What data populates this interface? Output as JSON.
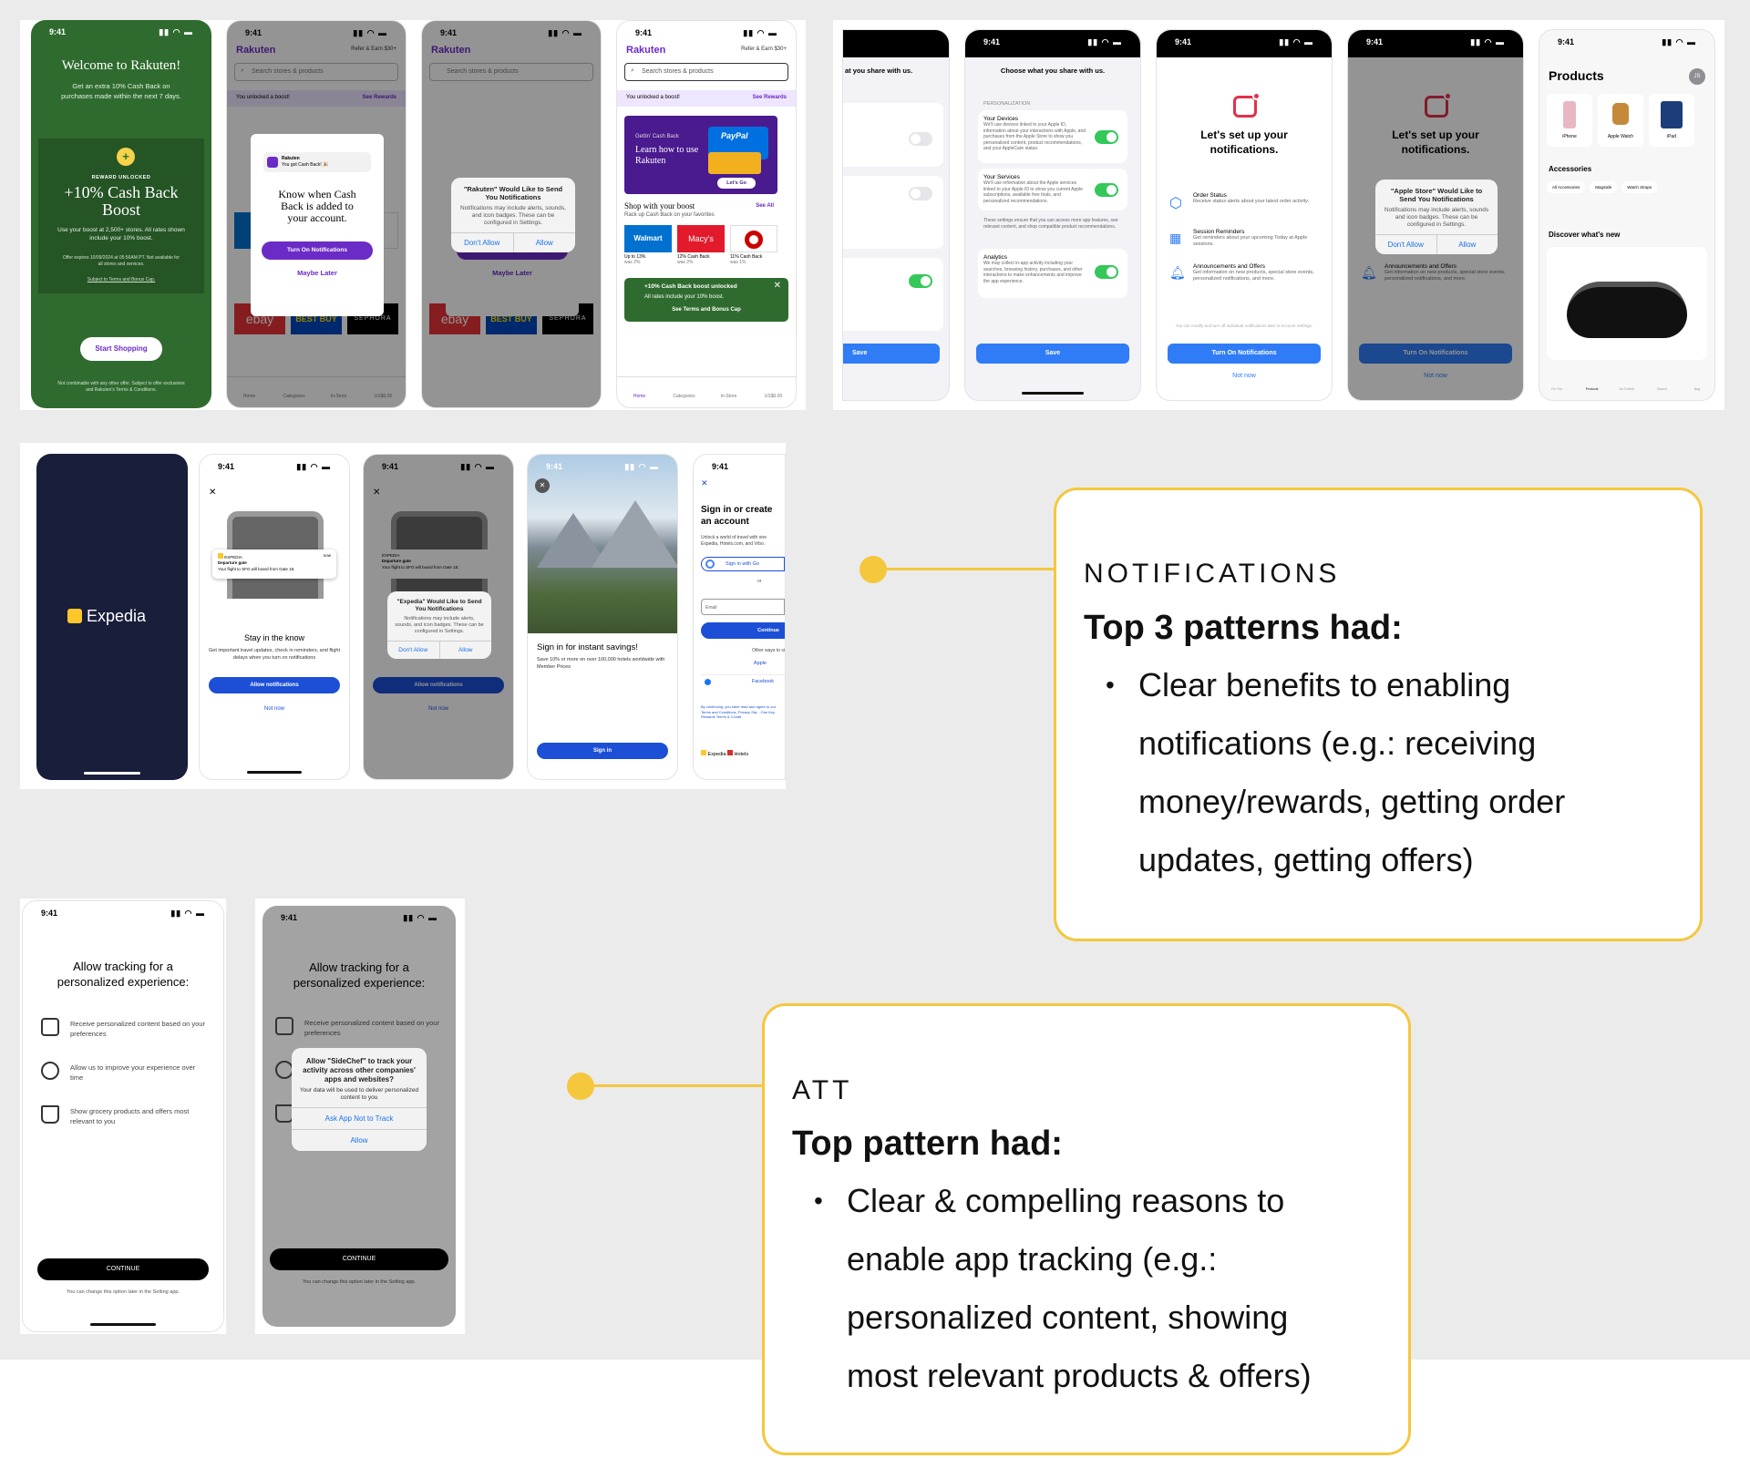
{
  "status": {
    "time": "9:41"
  },
  "rakuten": {
    "welcome_title": "Welcome to Rakuten!",
    "welcome_body": "Get an extra 10% Cash Back on purchases made within the next 7 days.",
    "reward_unlocked": "REWARD UNLOCKED",
    "boost_title": "+10% Cash Back Boost",
    "boost_body": "Use your boost at 2,500+ stores. All rates shown include your 10% boost.",
    "offer_expires": "Offer expires 10/09/2024 at 05:56AM PT. Not available for all stores and services.",
    "terms_link": "Subject to Terms and Bonus Cap.",
    "start_button": "Start Shopping",
    "fine_print": "Not combinable with any other offer. Subject to offer exclusions and Rakuten's Terms & Conditions.",
    "logo": "Rakuten",
    "refer": "Refer & Earn $30+",
    "search_placeholder": "Search stores & products",
    "boost_banner": "You unlocked a boost!",
    "see_rewards": "See Rewards",
    "sheet_title": "Know when Cash Back is added to your account.",
    "turn_on": "Turn On Notifications",
    "maybe_later": "Maybe Later",
    "notif_app": "Rakuten",
    "notif_text": "You got Cash Back! 🎉",
    "sys_dialog_title": "\"Rakuten\" Would Like to Send You Notifications",
    "sys_dialog_body": "Notifications may include alerts, sounds, and icon badges. These can be configured in Settings.",
    "dont_allow": "Don't Allow",
    "allow": "Allow",
    "promo_small": "Gettin' Cash Back",
    "promo_title": "Learn how to use Rakuten",
    "paypal": "PayPal",
    "lets_go": "Let's Go",
    "shop_boost": "Shop with your boost",
    "shop_boost_sub": "Rack up Cash Back on your favorites",
    "see_all": "See All",
    "stores": [
      {
        "name": "Walmart",
        "rate": "Up to 13%",
        "was": "was 2%",
        "bg": "#0071ce"
      },
      {
        "name": "Macy's",
        "rate": "12% Cash Back",
        "was": "was 2%",
        "bg": "#e21a2c"
      },
      {
        "name": "Target",
        "rate": "11% Cash Back",
        "was": "was 1%",
        "bg": "#ffffff"
      }
    ],
    "stores2": [
      "ebay",
      "BEST BUY",
      "SEPHORA"
    ],
    "toast_title": "+10% Cash Back boost unlocked",
    "toast_body": "All rates include your 10% boost.",
    "toast_link": "See Terms and Bonus Cap",
    "tabs": [
      "Home",
      "Categories",
      "In-Store",
      "US$0.00"
    ]
  },
  "apple": {
    "choose_title": "Choose what you share with us.",
    "share_partial": "at you share with us.",
    "section_label": "PERSONALIZATION",
    "your_devices": "Your Devices",
    "devices_body": "We'll use devices linked to your Apple ID, information about your interactions with Apple, and purchases from the Apple Store to show you personalized content, product recommendations, and your AppleCare status.",
    "your_services": "Your Services",
    "services_body": "We'll use information about the Apple services linked to your Apple ID to show you current Apple subscriptions, available free trials, and personalized recommendations.",
    "settings_note": "These settings ensure that you can access more app features, see relevant content, and shop compatible product recommendations.",
    "analytics": "Analytics",
    "analytics_body": "We may collect in-app activity including your searches, browsing history, purchases, and other interactions to make enhancements and improve the app experience.",
    "save": "Save",
    "setup_title": "Let's set up your notifications.",
    "order_status": "Order Status",
    "order_body": "Receive status alerts about your latest order activity.",
    "session": "Session Reminders",
    "session_body": "Get reminders about your upcoming Today at Apple sessions.",
    "announcements": "Announcements and Offers",
    "announce_body": "Get information on new products, special store events, personalized notifications, and more.",
    "modify_note": "You can modify and turn off individual notifications later in Account Settings.",
    "turn_on": "Turn On Notifications",
    "not_now": "Not now",
    "sys_title": "\"Apple Store\" Would Like to Send You Notifications",
    "sys_body": "Notifications may include alerts, sounds and icon badges. These can be configured in Settings.",
    "dont_allow": "Don't Allow",
    "allow": "Allow",
    "products_title": "Products",
    "avatar": "JS",
    "product_items": [
      "iPhone",
      "Apple Watch",
      "iPad"
    ],
    "accessories": "Accessories",
    "acc_chips": [
      "All Accessories",
      "MagSafe",
      "Watch Straps"
    ],
    "discover": "Discover what's new",
    "tabs": [
      "For You",
      "Products",
      "Go Further",
      "Search",
      "Bag"
    ]
  },
  "expedia": {
    "logo": "Expedia",
    "notif_app": "EXPEDIA",
    "notif_time": "now",
    "notif_title": "Departure gate",
    "notif_body": "Your flight to SFO will board from Gate 18.",
    "stay_title": "Stay in the know",
    "stay_body": "Get important travel updates, check in reminders, and flight delays when you turn on notifications",
    "allow_notif": "Allow notifications",
    "not_now": "Not now",
    "sys_title": "\"Expedia\" Would Like to Send You Notifications",
    "sys_body": "Notifications may include alerts, sounds, and icon badges. These can be configured in Settings.",
    "dont_allow": "Don't Allow",
    "allow": "Allow",
    "signin_title": "Sign in for instant savings!",
    "signin_body": "Save 10% or more on over 100,000 hotels worldwide with Member Prices",
    "signin_button": "Sign in",
    "create_title": "Sign in or create an account",
    "create_body": "Unlock a world of travel with one Expedia, Hotels.com, and Vrbo.",
    "google": "Sign in with Go",
    "or": "or",
    "email": "Email",
    "continue": "Continue",
    "other_ways": "Other ways to si",
    "apple": "Apple",
    "facebook": "Facebook",
    "legal": "By continuing, you have read and agree to our Terms and Conditions, Privacy Sta... One Key Rewards Terms & Condit",
    "brand_footer_1": "Expedia",
    "brand_footer_2": "Hotels"
  },
  "sidechef": {
    "title": "Allow tracking for a personalized experience:",
    "items": [
      "Receive personalized content based on your preferences",
      "Allow us to improve your experience over time",
      "Show grocery products and offers most relevant to you"
    ],
    "continue": "CONTINUE",
    "footer": "You can change this option later in the Setting app.",
    "att_title": "Allow \"SideChef\" to track your activity across other companies' apps and websites?",
    "att_body": "Your data will be used to deliver personalized content to you",
    "ask_not": "Ask App Not to Track",
    "allow": "Allow"
  },
  "notifications_card": {
    "kicker": "NOTIFICATIONS",
    "title": "Top 3 patterns had:",
    "bullet": "•",
    "lines": [
      "Clear benefits to enabling",
      "notifications (e.g.: receiving",
      "money/rewards, getting order",
      "updates, getting offers)"
    ]
  },
  "att_card": {
    "kicker": "ATT",
    "title": "Top pattern had:",
    "bullet": "•",
    "lines": [
      "Clear & compelling reasons to",
      "enable app tracking (e.g.:",
      "personalized content, showing",
      "most relevant products & offers)"
    ]
  },
  "colors": {
    "rakuten_green": "#2f6b2f",
    "rakuten_purple": "#6b2bc6",
    "apple_blue": "#2f7cf6",
    "expedia_navy": "#191e3b",
    "expedia_blue": "#1c4fd6",
    "accent_yellow": "#f5c73d"
  }
}
